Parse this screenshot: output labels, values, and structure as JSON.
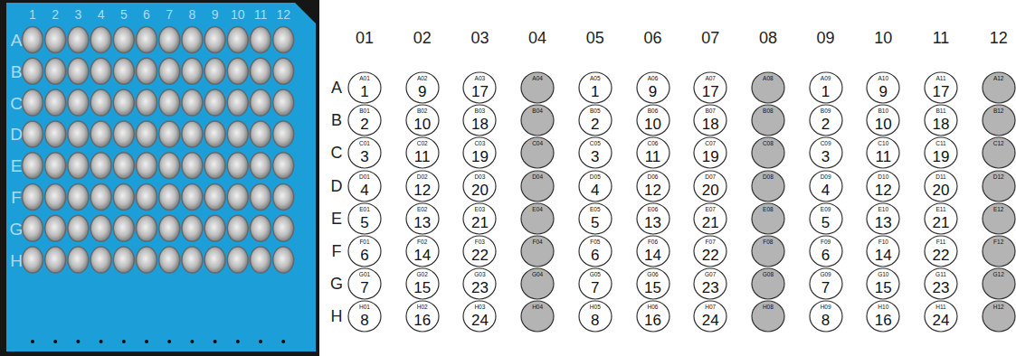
{
  "diagram": {
    "nodes": [
      {
        "text": [
          "A01",
          "1"
        ]
      },
      {
        "text": [
          "A02",
          "9"
        ]
      },
      {
        "text": [
          "A03",
          "17"
        ]
      },
      {
        "text": [
          "A04"
        ]
      },
      {
        "text": [
          "A05",
          "1"
        ]
      },
      {
        "text": [
          "A06",
          "9"
        ]
      },
      {
        "text": [
          "A07",
          "17"
        ]
      },
      {
        "text": [
          "A08"
        ]
      },
      {
        "text": [
          "A09",
          "1"
        ]
      },
      {
        "text": [
          "A10",
          "9"
        ]
      },
      {
        "text": [
          "A11",
          "17"
        ]
      },
      {
        "text": [
          "A12"
        ]
      },
      {
        "text": [
          "B01",
          "2"
        ]
      },
      {
        "text": [
          "B02",
          "10"
        ]
      },
      {
        "text": [
          "B03",
          "18"
        ]
      },
      {
        "text": [
          "B04"
        ]
      },
      {
        "text": [
          "B05",
          "2"
        ]
      },
      {
        "text": [
          "B06",
          "10"
        ]
      },
      {
        "text": [
          "B07",
          "18"
        ]
      },
      {
        "text": [
          "B08"
        ]
      },
      {
        "text": [
          "B09",
          "2"
        ]
      },
      {
        "text": [
          "B10",
          "10"
        ]
      },
      {
        "text": [
          "B11",
          "18"
        ]
      },
      {
        "text": [
          "B12"
        ]
      },
      {
        "text": [
          "C01",
          "3"
        ]
      },
      {
        "text": [
          "C02",
          "11"
        ]
      },
      {
        "text": [
          "C03",
          "19"
        ]
      },
      {
        "text": [
          "C04"
        ]
      },
      {
        "text": [
          "C05",
          "3"
        ]
      },
      {
        "text": [
          "C06",
          "11"
        ]
      },
      {
        "text": [
          "C07",
          "19"
        ]
      },
      {
        "text": [
          "C08"
        ]
      },
      {
        "text": [
          "C09",
          "3"
        ]
      },
      {
        "text": [
          "C10",
          "11"
        ]
      },
      {
        "text": [
          "C11",
          "19"
        ]
      },
      {
        "text": [
          "C12"
        ]
      },
      {
        "text": [
          "D01",
          "4"
        ]
      },
      {
        "text": [
          "D02",
          "12"
        ]
      },
      {
        "text": [
          "D03",
          "20"
        ]
      },
      {
        "text": [
          "D04"
        ]
      },
      {
        "text": [
          "D05",
          "4"
        ]
      },
      {
        "text": [
          "D06",
          "12"
        ]
      },
      {
        "text": [
          "D07",
          "20"
        ]
      },
      {
        "text": [
          "D08"
        ]
      },
      {
        "text": [
          "D09",
          "4"
        ]
      },
      {
        "text": [
          "D10",
          "12"
        ]
      },
      {
        "text": [
          "D11",
          "20"
        ]
      },
      {
        "text": [
          "D12"
        ]
      },
      {
        "text": [
          "E01",
          "5"
        ]
      },
      {
        "text": [
          "E02",
          "13"
        ]
      },
      {
        "text": [
          "E03",
          "21"
        ]
      },
      {
        "text": [
          "E04"
        ]
      },
      {
        "text": [
          "E05",
          "5"
        ]
      },
      {
        "text": [
          "E06",
          "13"
        ]
      },
      {
        "text": [
          "E07",
          "21"
        ]
      },
      {
        "text": [
          "E08"
        ]
      },
      {
        "text": [
          "E09",
          "5"
        ]
      },
      {
        "text": [
          "E10",
          "13"
        ]
      },
      {
        "text": [
          "E11",
          "21"
        ]
      },
      {
        "text": [
          "E12"
        ]
      },
      {
        "text": [
          "F01",
          "6"
        ]
      },
      {
        "text": [
          "F02",
          "14"
        ]
      },
      {
        "text": [
          "F03",
          "22"
        ]
      },
      {
        "text": [
          "F04"
        ]
      },
      {
        "text": [
          "F05",
          "6"
        ]
      },
      {
        "text": [
          "F06",
          "14"
        ]
      },
      {
        "text": [
          "F07",
          "22"
        ]
      },
      {
        "text": [
          "F08"
        ]
      },
      {
        "text": [
          "F09",
          "6"
        ]
      },
      {
        "text": [
          "F10",
          "14"
        ]
      },
      {
        "text": [
          "F11",
          "22"
        ]
      },
      {
        "text": [
          "F12"
        ]
      },
      {
        "text": [
          "G01",
          "7"
        ]
      },
      {
        "text": [
          "G02",
          "15"
        ]
      },
      {
        "text": [
          "G03",
          "23"
        ]
      },
      {
        "text": [
          "G04"
        ]
      },
      {
        "text": [
          "G05",
          "7"
        ]
      },
      {
        "text": [
          "G06",
          "15"
        ]
      },
      {
        "text": [
          "G07",
          "23"
        ]
      },
      {
        "text": [
          "G08"
        ]
      },
      {
        "text": [
          "G09",
          "7"
        ]
      },
      {
        "text": [
          "G10",
          "15"
        ]
      },
      {
        "text": [
          "G11",
          "23"
        ]
      },
      {
        "text": [
          "G12"
        ]
      },
      {
        "text": [
          "H01",
          "8"
        ]
      },
      {
        "text": [
          "H02",
          "16"
        ]
      },
      {
        "text": [
          "H03",
          "24"
        ]
      },
      {
        "text": [
          "H04"
        ]
      },
      {
        "text": [
          "H05",
          "8"
        ]
      },
      {
        "text": [
          "H06",
          "16"
        ]
      },
      {
        "text": [
          "H07",
          "24"
        ]
      },
      {
        "text": [
          "H08"
        ]
      },
      {
        "text": [
          "H09",
          "8"
        ]
      },
      {
        "text": [
          "H10",
          "16"
        ]
      },
      {
        "text": [
          "H11",
          "24"
        ]
      },
      {
        "text": [
          "H12"
        ]
      }
    ],
    "labels": [
      "1",
      "2",
      "3",
      "4",
      "5",
      "6",
      "7",
      "8",
      "9",
      "10",
      "11",
      "12",
      "A",
      "B",
      "C",
      "D",
      "E",
      "F",
      "G",
      "H",
      "01",
      "02",
      "03",
      "04",
      "05",
      "06",
      "07",
      "08",
      "09",
      "10",
      "11",
      "12",
      "A",
      "B",
      "C",
      "D",
      "E",
      "F",
      "G",
      "H"
    ]
  }
}
